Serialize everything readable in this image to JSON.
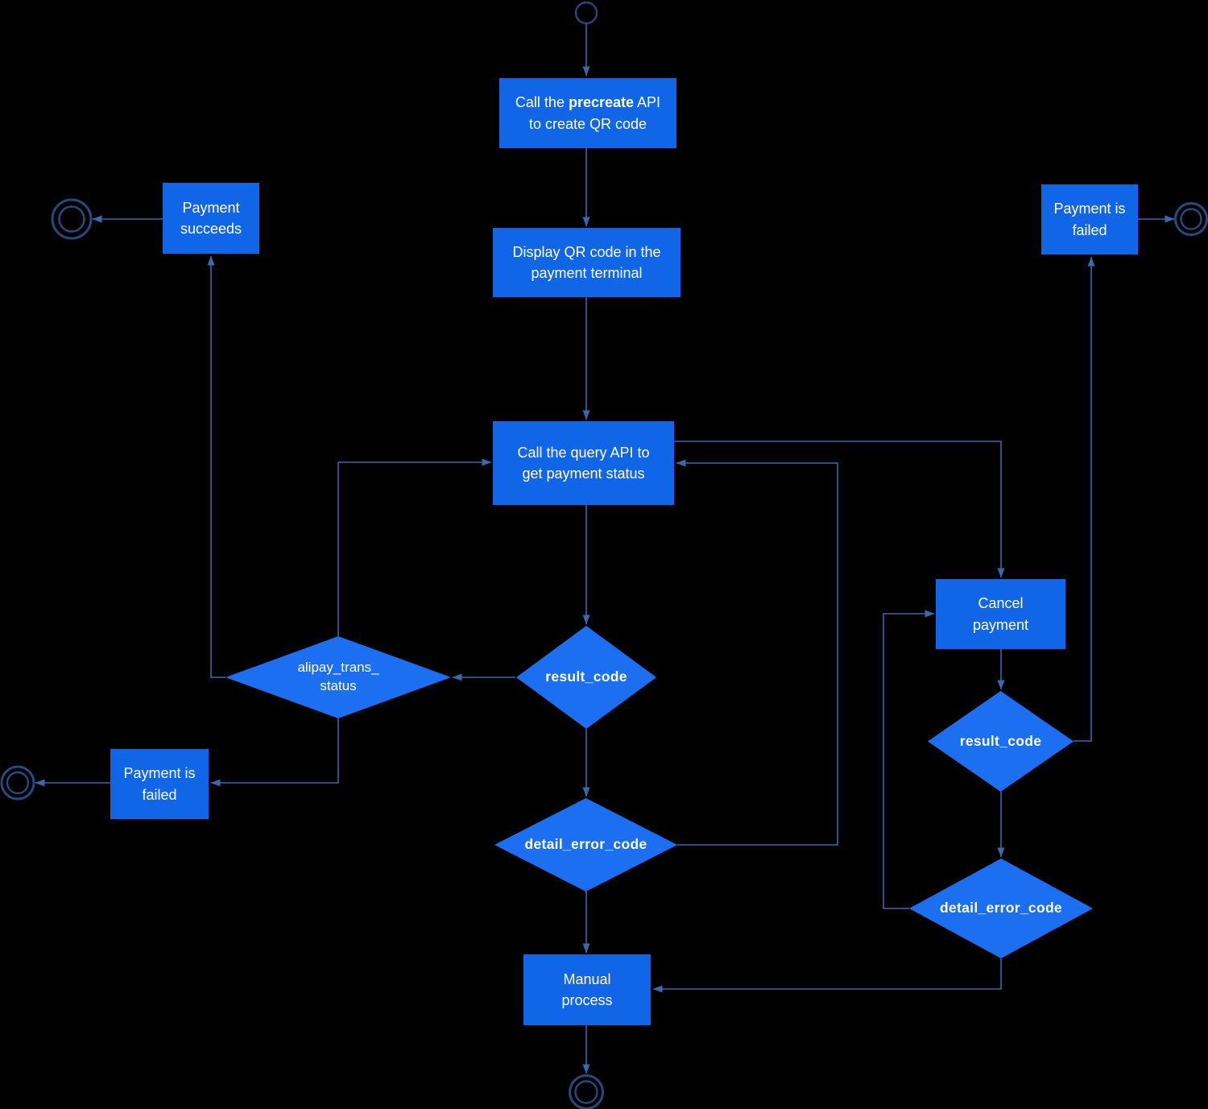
{
  "colors": {
    "process_fill": "#1166E8",
    "decision_fill": "#1C6FF0",
    "connector": "#3C67AC",
    "terminal_stroke": "#26497E",
    "text": "#FFFFFF",
    "background": "#000000"
  },
  "nodes": {
    "precreate": {
      "l1a": "Call the ",
      "l1b": "precreate",
      "l1c": " API",
      "l2": "to create QR code"
    },
    "display_qr": {
      "label": "Display QR code in the\npayment terminal"
    },
    "query": {
      "label": "Call the query API to\nget payment status"
    },
    "payment_succeeds": {
      "label": "Payment\nsucceeds"
    },
    "payment_failed_top_right": {
      "label": "Payment is\nfailed"
    },
    "payment_failed_left": {
      "label": "Payment is\nfailed"
    },
    "cancel_payment": {
      "label": "Cancel\npayment"
    },
    "manual_process": {
      "label": "Manual\nprocess"
    },
    "alipay_trans_status": {
      "label": "alipay_trans_\nstatus"
    },
    "result_code_center": {
      "label": "result_code"
    },
    "detail_error_code_center": {
      "label": "detail_error_code"
    },
    "result_code_right": {
      "label": "result_code"
    },
    "detail_error_code_right": {
      "label": "detail_error_code"
    }
  }
}
